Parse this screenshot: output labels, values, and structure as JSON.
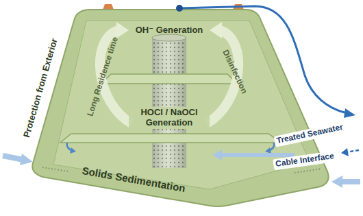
{
  "diagram": {
    "labels": [
      "OH⁻ Generation",
      "Long Residence time",
      "Disinfection",
      "HOCl / NaOCl Generation",
      "Protection from Exterior",
      "Treated Seawater",
      "Cable Interface",
      "Solids Sedimentation"
    ]
  }
}
